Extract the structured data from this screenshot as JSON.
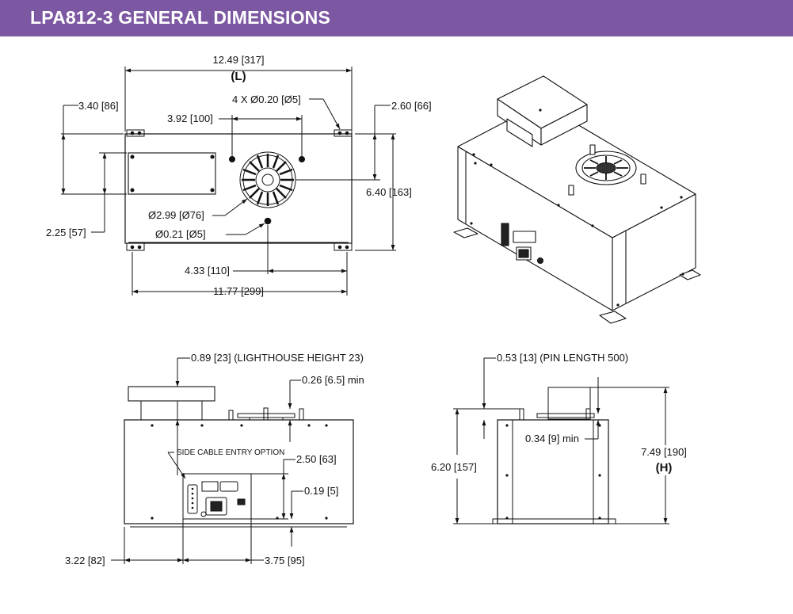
{
  "header": {
    "title": "LPA812-3 GENERAL DIMENSIONS",
    "color": "#7d58a2"
  },
  "top_view": {
    "length": "12.49 [317]",
    "length_code": "(L)",
    "d_3_40": "3.40 [86]",
    "holes": "4 X Ø0.20 [Ø5]",
    "d_2_60": "2.60 [66]",
    "d_3_92": "3.92 [100]",
    "d_6_40": "6.40 [163]",
    "d_2_99": "Ø2.99 [Ø76]",
    "d_0_21": "Ø0.21 [Ø5]",
    "d_2_25": "2.25 [57]",
    "d_4_33": "4.33 [110]",
    "d_11_77": "11.77 [299]"
  },
  "front_view": {
    "lighthouse": "0.89 [23] (LIGHTHOUSE HEIGHT 23)",
    "d_0_26": "0.26 [6.5] min",
    "side_cable": "SIDE CABLE ENTRY OPTION",
    "d_2_50": "2.50 [63]",
    "d_0_19": "0.19 [5]",
    "d_3_22": "3.22 [82]",
    "d_3_75": "3.75 [95]"
  },
  "side_view": {
    "pin": "0.53 [13] (PIN LENGTH 500)",
    "d_0_34": "0.34 [9] min",
    "d_6_20": "6.20 [157]",
    "height": "7.49 [190]",
    "height_code": "(H)"
  }
}
